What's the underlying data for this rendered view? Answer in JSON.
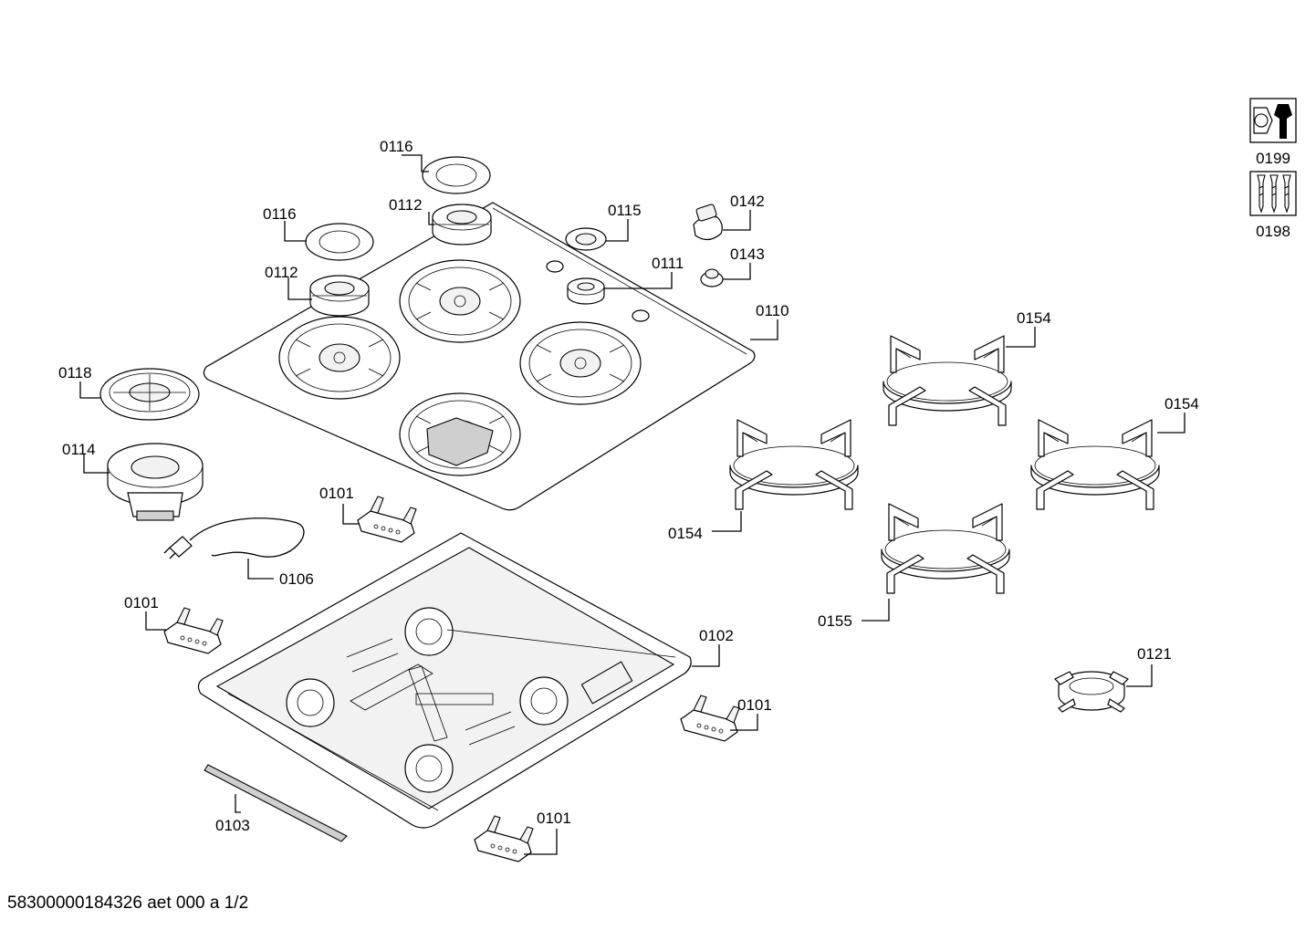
{
  "labels": {
    "l0116a": "0116",
    "l0116b": "0116",
    "l0112a": "0112",
    "l0112b": "0112",
    "l0115": "0115",
    "l0142": "0142",
    "l0143": "0143",
    "l0111": "0111",
    "l0110": "0110",
    "l0118": "0118",
    "l0114": "0114",
    "l0101a": "0101",
    "l0101b": "0101",
    "l0101c": "0101",
    "l0101d": "0101",
    "l0106": "0106",
    "l0102": "0102",
    "l0103": "0103",
    "l0154a": "0154",
    "l0154b": "0154",
    "l0154c": "0154",
    "l0155": "0155",
    "l0121": "0121",
    "l0199": "0199",
    "l0198": "0198"
  },
  "icons": {
    "service": "wrench-nut-icon",
    "fixings": "screws-icon"
  },
  "footer": "58300000184326 aet 000 a 1/2"
}
